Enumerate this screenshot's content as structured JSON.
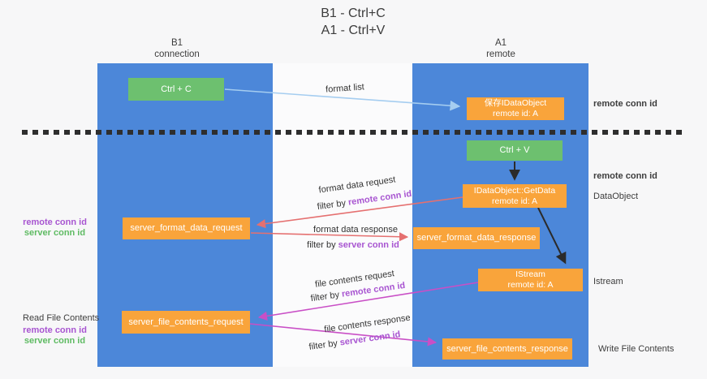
{
  "title": {
    "line1": "B1 - Ctrl+C",
    "line2": "A1 - Ctrl+V"
  },
  "lanes": {
    "left": {
      "name": "B1",
      "subtitle": "connection"
    },
    "right": {
      "name": "A1",
      "subtitle": "remote"
    }
  },
  "nodes": {
    "ctrl_c": "Ctrl + C",
    "ctrl_v": "Ctrl + V",
    "save_idataobject": {
      "line1": "保存IDataObject",
      "line2": "remote id: A"
    },
    "getdata": {
      "line1": "IDataObject::GetData",
      "line2": "remote id: A"
    },
    "istream": {
      "line1": "IStream",
      "line2": "remote id: A"
    },
    "format_request": "server_format_data_request",
    "format_response": "server_format_data_response",
    "file_request": "server_file_contents_request",
    "file_response": "server_file_contents_response"
  },
  "flow_labels": {
    "format_list": "format list",
    "format_data_request": "format data request",
    "format_data_response": "format data response",
    "file_contents_request": "file contents request",
    "file_contents_response": "file contents response",
    "filter_by": "filter by ",
    "remote_conn_id": "remote conn id",
    "server_conn_id": "server conn id"
  },
  "side_labels": {
    "remote_conn_id": "remote conn id",
    "server_conn_id": "server conn id",
    "dataobject": "DataObject",
    "istream": "Istream",
    "read_file_contents": "Read File Contents",
    "write_file_contents": "Write File Contents"
  },
  "colors": {
    "lane_blue": "#4c87d9",
    "node_green": "#6dc06f",
    "node_orange": "#f9a43b",
    "arrow_light_blue": "#a5cdf0",
    "arrow_black": "#2b2b2b",
    "arrow_red": "#e57070",
    "arrow_magenta": "#c94fc6",
    "text_purple": "#a855d1",
    "text_green": "#5fbb63"
  }
}
